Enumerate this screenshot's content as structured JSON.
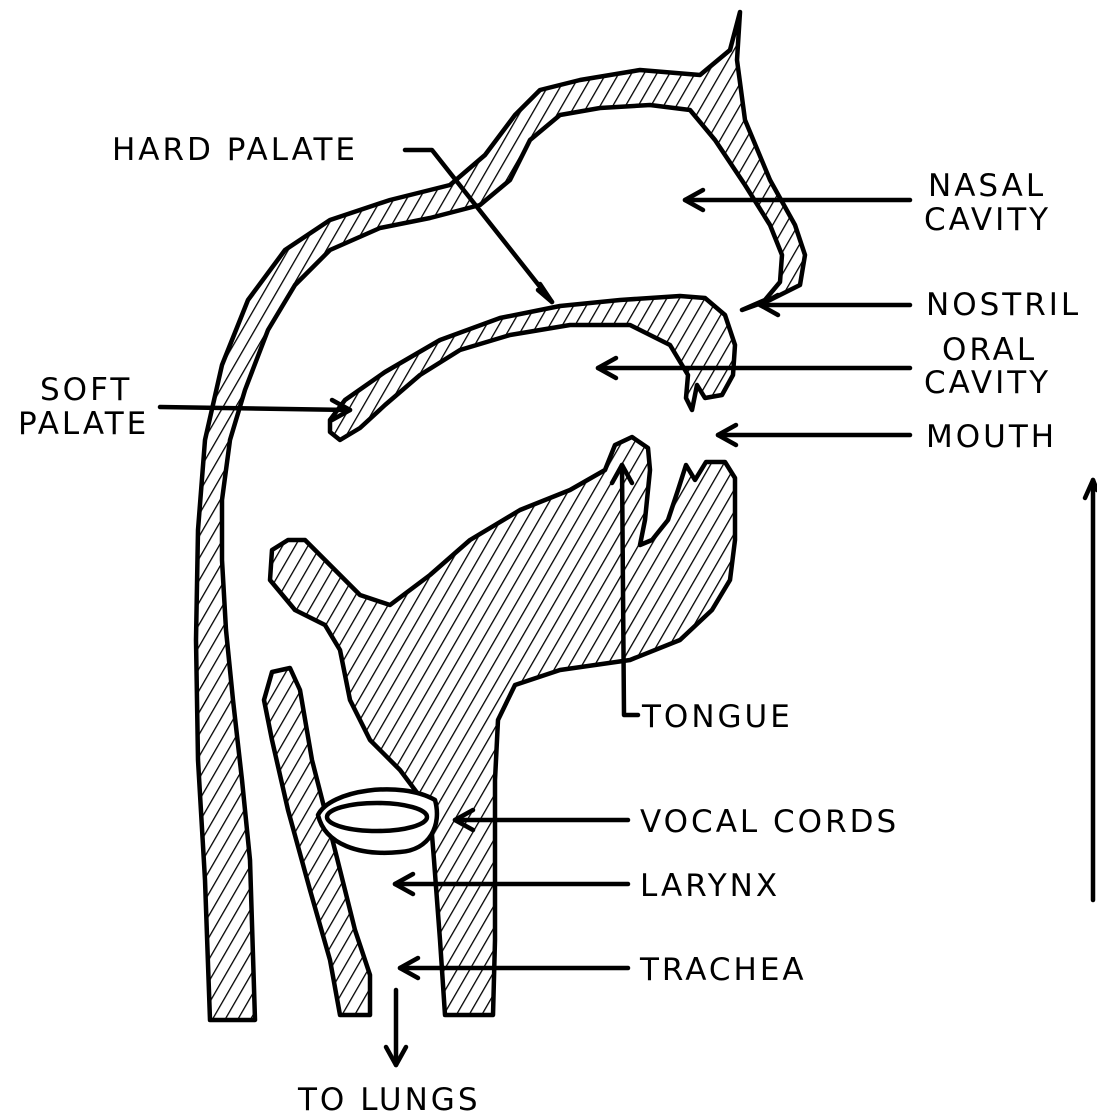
{
  "diagram": {
    "labels": {
      "hard_palate": "HARD PALATE",
      "nasal_cavity_1": "NASAL",
      "nasal_cavity_2": "CAVITY",
      "nostril": "NOSTRIL",
      "oral_cavity_1": "ORAL",
      "oral_cavity_2": "CAVITY",
      "soft_palate_1": "SOFT",
      "soft_palate_2": "PALATE",
      "mouth": "MOUTH",
      "tongue": "TONGUE",
      "vocal_cords": "VOCAL CORDS",
      "larynx": "LARYNX",
      "trachea": "TRACHEA",
      "to_lungs": "TO LUNGS"
    },
    "colors": {
      "ink": "#000000",
      "background": "#ffffff"
    }
  }
}
